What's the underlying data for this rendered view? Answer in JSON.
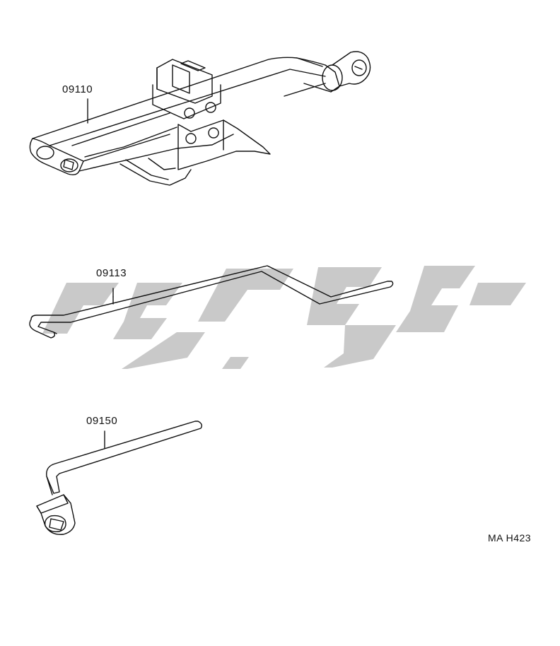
{
  "parts": [
    {
      "number": "09110"
    },
    {
      "number": "09113"
    },
    {
      "number": "09150"
    }
  ],
  "reference_code": "MA  H423",
  "watermark": {
    "icon": "brand-watermark-icon",
    "color": "#c9c9c9"
  },
  "line_color": "#111111",
  "background": "#ffffff"
}
